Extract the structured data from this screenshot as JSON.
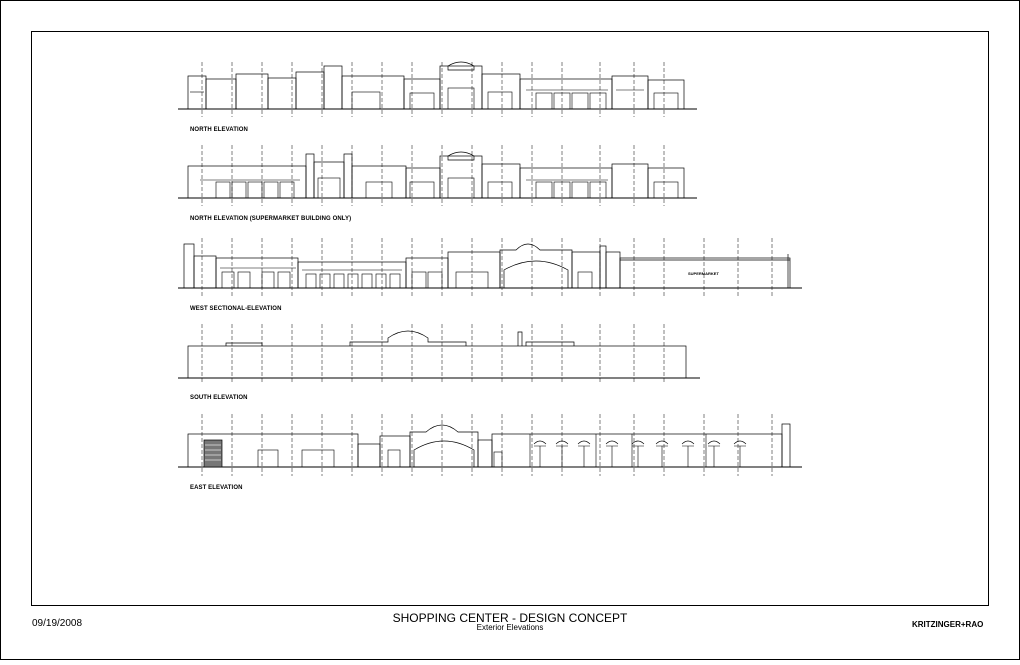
{
  "sheet": {
    "date": "09/19/2008",
    "title": "SHOPPING CENTER - DESIGN CONCEPT",
    "subtitle": "Exterior Elevations",
    "firm": "KRITZINGER+RAO"
  },
  "elevations": [
    {
      "label": "NORTH ELEVATION"
    },
    {
      "label": "NORTH ELEVATION (SUPERMARKET BUILDING ONLY)"
    },
    {
      "label": "WEST SECTIONAL-ELEVATION",
      "building_label": "SUPERMARKET"
    },
    {
      "label": "SOUTH ELEVATION"
    },
    {
      "label": "EAST ELEVATION"
    }
  ]
}
